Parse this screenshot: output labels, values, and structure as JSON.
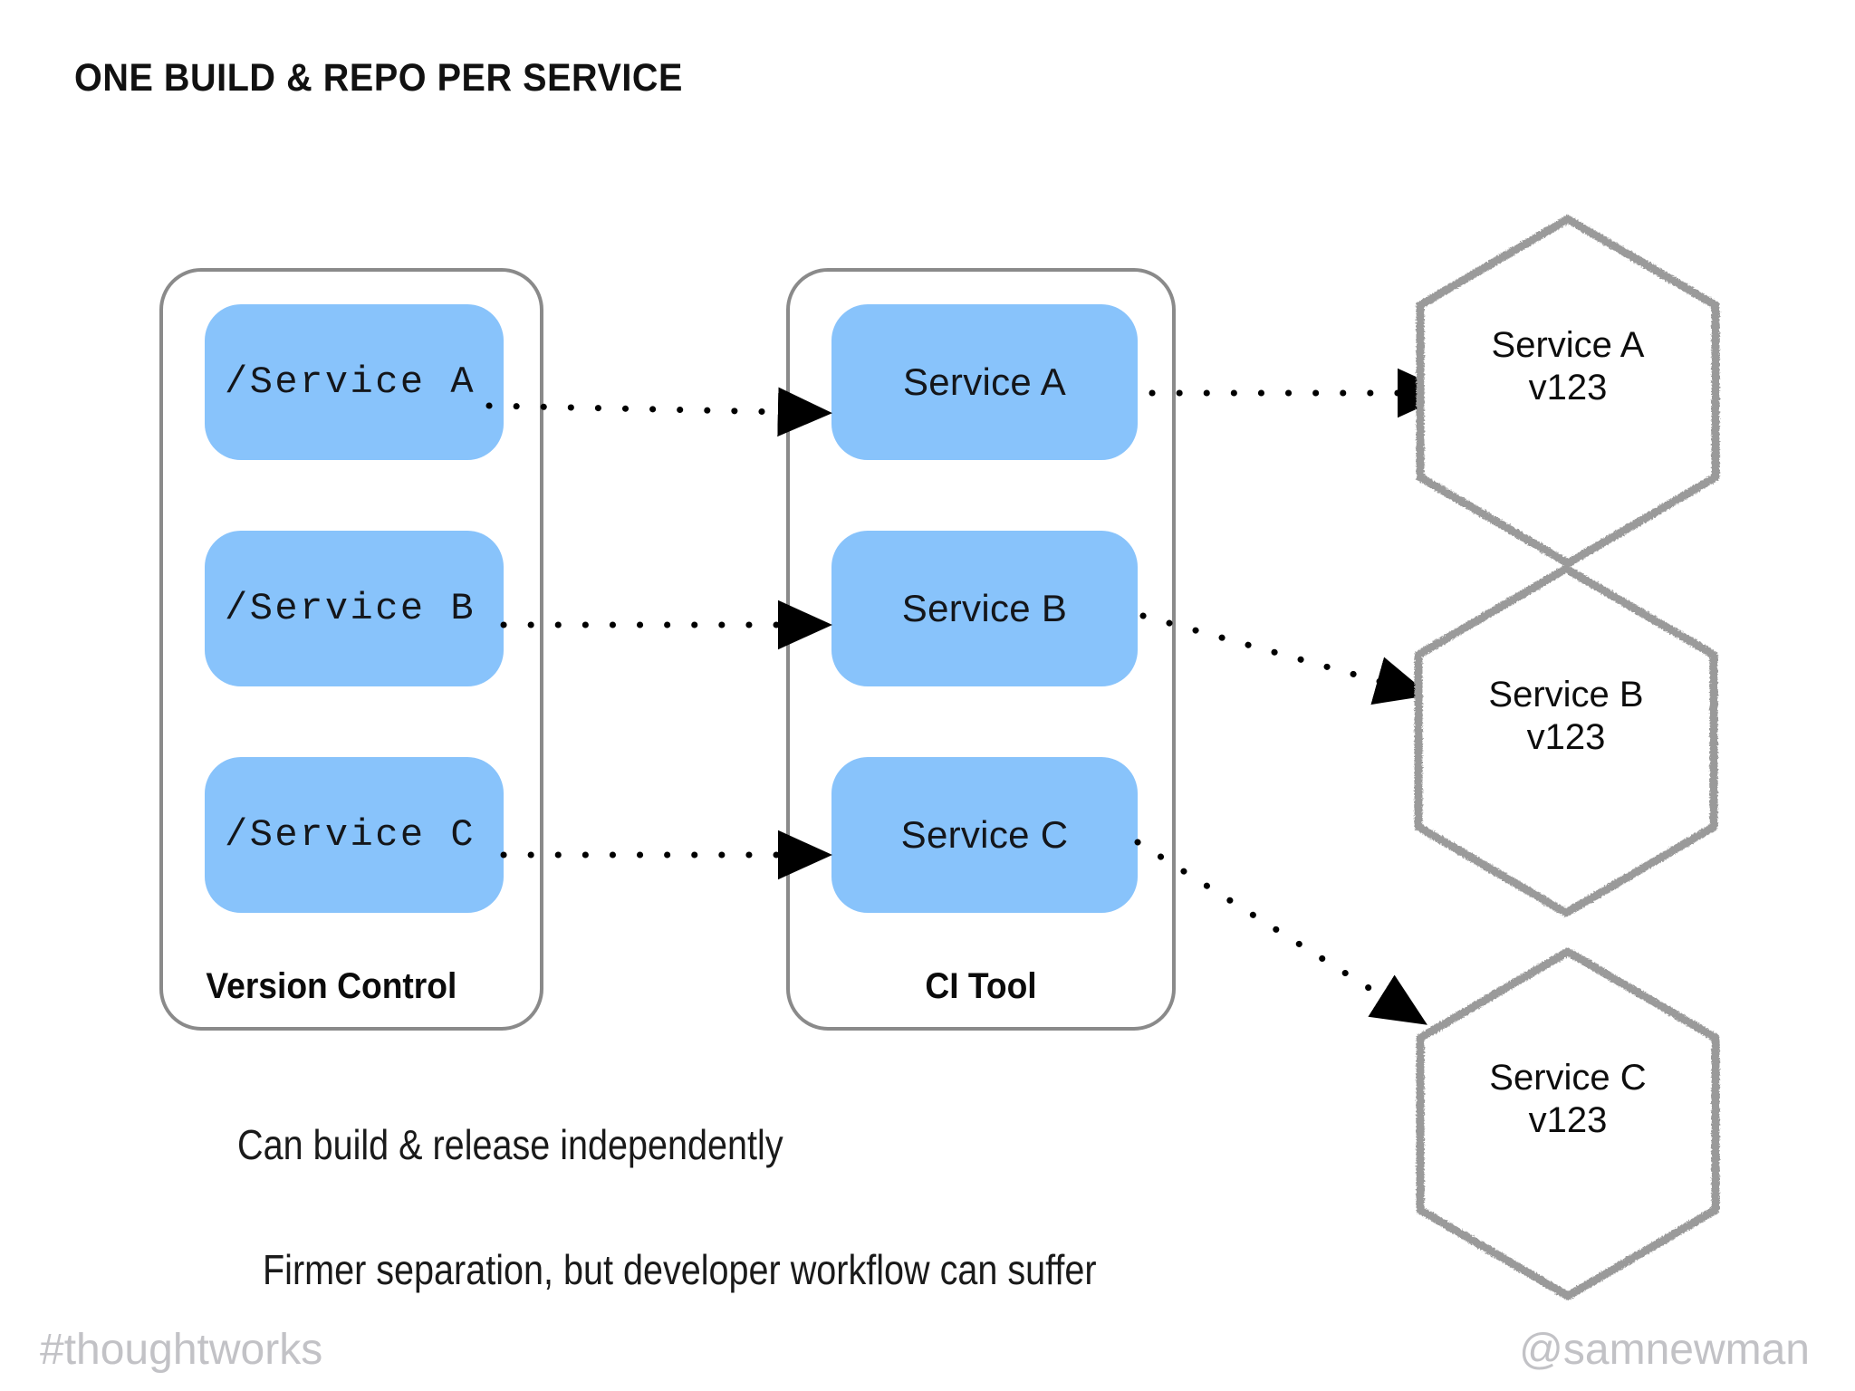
{
  "slide": {
    "title": "ONE BUILD & REPO PER SERVICE",
    "background_color": "#ffffff"
  },
  "colors": {
    "tile_blue": "#88c3fb",
    "container_border_gray": "#8a8a8a",
    "hexagon_border_gray": "#9a9a9a",
    "arrow_black": "#000000",
    "footer_gray": "#c2c2c6",
    "text_black": "#111111"
  },
  "version_control": {
    "label": "Version Control",
    "repos": [
      {
        "name": "/Service A"
      },
      {
        "name": "/Service B"
      },
      {
        "name": "/Service C"
      }
    ]
  },
  "ci_tool": {
    "label": "CI Tool",
    "builds": [
      {
        "name": "Service A"
      },
      {
        "name": "Service B"
      },
      {
        "name": "Service C"
      }
    ]
  },
  "artifacts": [
    {
      "name": "Service A",
      "version": "v123"
    },
    {
      "name": "Service B",
      "version": "v123"
    },
    {
      "name": "Service C",
      "version": "v123"
    }
  ],
  "captions": {
    "line1": "Can build & release independently",
    "line2": "Firmer separation, but developer workflow can suffer"
  },
  "footer": {
    "left": "#thoughtworks",
    "right": "@samnewman"
  },
  "arrows": {
    "repo_to_ci": [
      {
        "from": "/Service A",
        "to": "Service A",
        "style": "dotted",
        "direction": "right"
      },
      {
        "from": "/Service B",
        "to": "Service B",
        "style": "dotted",
        "direction": "right"
      },
      {
        "from": "/Service C",
        "to": "Service C",
        "style": "dotted",
        "direction": "right"
      }
    ],
    "ci_to_artifact": [
      {
        "from": "Service A",
        "to": "Service A v123",
        "style": "dotted",
        "direction": "right"
      },
      {
        "from": "Service B",
        "to": "Service B v123",
        "style": "dotted",
        "direction": "down-right"
      },
      {
        "from": "Service C",
        "to": "Service C v123",
        "style": "dotted",
        "direction": "down-right"
      }
    ]
  }
}
